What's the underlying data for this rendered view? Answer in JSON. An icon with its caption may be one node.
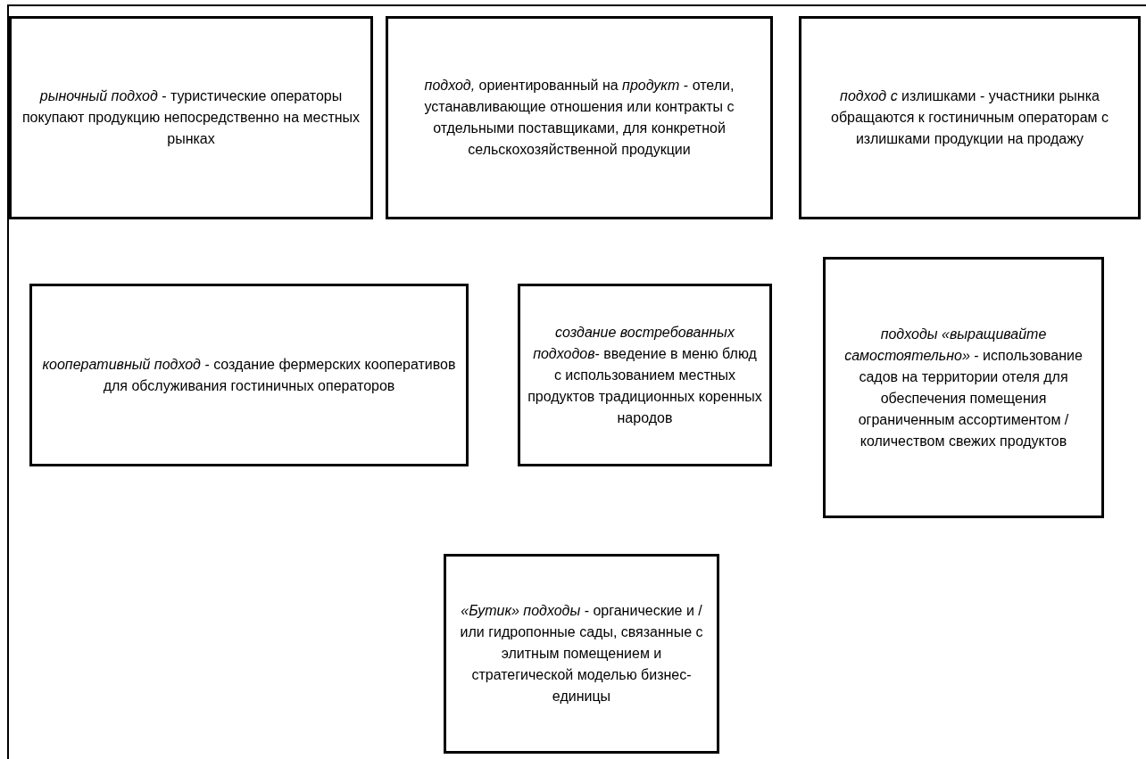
{
  "diagram": {
    "nodes": [
      {
        "text": [
          "*рыночный подход* - туристические операторы покупают продукцию непосредственно на местных рынках"
        ]
      },
      {
        "text": [
          "*подход,* ориентированный на *продукт* - отели, устанавливающие отношения или контракты с отдельными поставщиками, для конкретной сельскохозяйственной продукции"
        ]
      },
      {
        "text": [
          "*подход с* излишками - участники рынка обращаются к гостиничным операторам с излишками продукции на продажу"
        ]
      },
      {
        "text": [
          "*кооперативный подход* - создание фермерских кооперативов для обслуживания гостиничных операторов"
        ]
      },
      {
        "text": [
          "*создание востребованных подходов*- введение в меню блюд с использованием местных продуктов традиционных коренных народов"
        ]
      },
      {
        "text": [
          "*подходы «выращивайте самостоятельно»* - использование садов на территории отеля для обеспечения помещения ограниченным ассортиментом / количеством свежих продуктов"
        ]
      },
      {
        "text": [
          "*«Бутик» подходы* - органические и / или гидропонные сады, связанные с элитным помещением и стратегической моделью бизнес-единицы"
        ]
      }
    ]
  }
}
